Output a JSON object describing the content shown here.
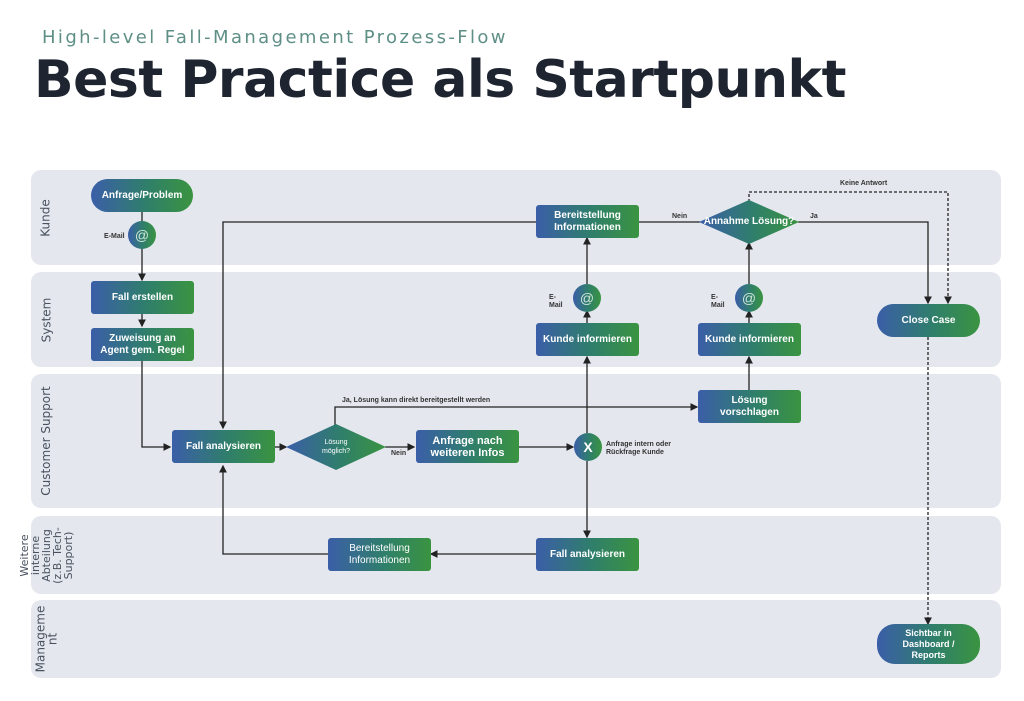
{
  "header": {
    "subtitle": "High-level Fall-Management Prozess-Flow",
    "title": "Best Practice als Startpunkt"
  },
  "colors": {
    "gradient_start": "#3b5ea8",
    "gradient_end": "#3a9440",
    "lane_bg": "#e4e8ee",
    "title": "#1e2430",
    "subtitle": "#5e8f86"
  },
  "lanes": [
    {
      "id": "kunde",
      "label": "Kunde"
    },
    {
      "id": "system",
      "label": "System"
    },
    {
      "id": "support",
      "label": "Customer Support"
    },
    {
      "id": "weitere",
      "label": "Weitere\ninterne\nAbteilung\n(z.B. Tech-\nSupport)"
    },
    {
      "id": "management",
      "label": "Manageme\nnt"
    }
  ],
  "nodes": {
    "anfrage_problem": "Anfrage/Problem",
    "email_icon_1": "@",
    "fall_erstellen": "Fall erstellen",
    "zuweisung": "Zuweisung an Agent gem. Regel",
    "fall_analysieren_support": "Fall analysieren",
    "loesung_moeglich": "Lösung möglich?",
    "anfrage_infos": "Anfrage nach weiteren Infos",
    "gateway_x": "X",
    "loesung_vorschlagen": "Lösung vorschlagen",
    "kunde_informieren_1": "Kunde informieren",
    "email_icon_2": "@",
    "bereitstellung_kunde": "Bereitstellung Informationen",
    "kunde_informieren_2": "Kunde informieren",
    "email_icon_3": "@",
    "annahme_loesung": "Annahme Lösung?",
    "close_case": "Close Case",
    "fall_analysieren_weitere": "Fall analysieren",
    "bereitstellung_weitere": "Bereitstellung Informationen",
    "sichtbar_dashboard": "Sichtbar in Dashboard / Reports"
  },
  "edge_labels": {
    "email_1": "E-Mail",
    "email_2": "E-\nMail",
    "email_3": "E-\nMail",
    "ja_direkt": "Ja, Lösung kann direkt bereitgestellt werden",
    "nein_loesung": "Nein",
    "gateway_note": "Anfrage intern oder\nRückfrage Kunde",
    "nein_annahme": "Nein",
    "ja_annahme": "Ja",
    "keine_antwort": "Keine Antwort"
  }
}
